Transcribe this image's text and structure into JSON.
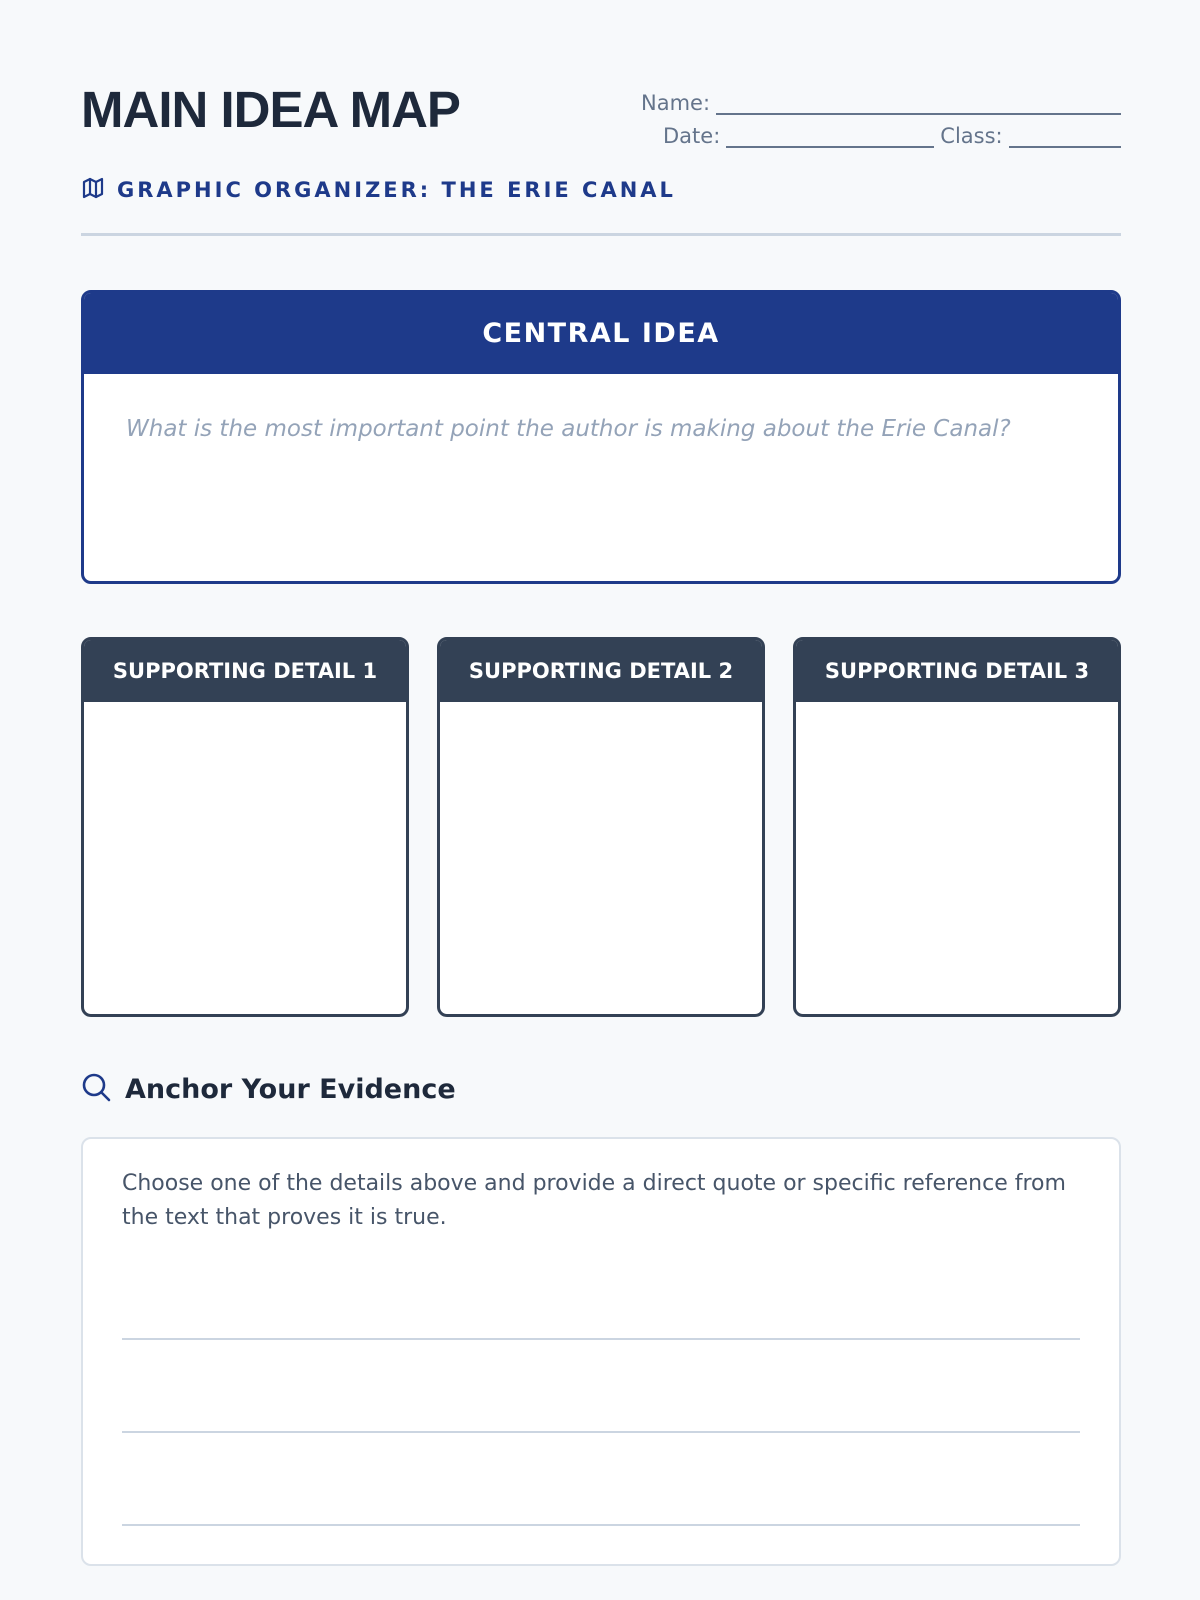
{
  "header": {
    "title": "MAIN IDEA MAP",
    "name_label": "Name:",
    "date_label": "Date:",
    "class_label": "Class:",
    "subtitle": "GRAPHIC ORGANIZER: THE ERIE CANAL",
    "subtitle_icon": "map-icon"
  },
  "central": {
    "heading": "CENTRAL IDEA",
    "prompt": "What is the most important point the author is making about the Erie Canal?"
  },
  "details": [
    {
      "heading": "SUPPORTING DETAIL 1"
    },
    {
      "heading": "SUPPORTING DETAIL 2"
    },
    {
      "heading": "SUPPORTING DETAIL 3"
    }
  ],
  "evidence": {
    "heading": "Anchor Your Evidence",
    "icon": "search-icon",
    "instructions": "Choose one of the details above and provide a direct quote or specific reference from the text that proves it is true."
  },
  "colors": {
    "primary": "#1e3a8a",
    "detail_header": "#334155",
    "background": "#f7f9fb",
    "placeholder": "#94a3b8"
  }
}
